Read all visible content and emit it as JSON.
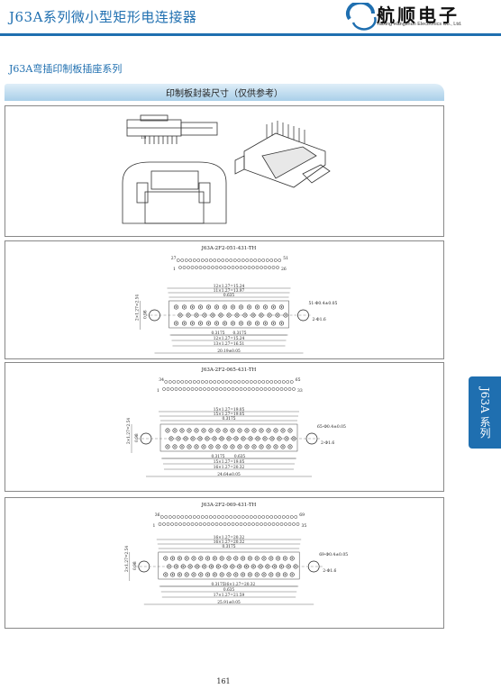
{
  "header": {
    "title": "J63A系列微小型矩形电连接器",
    "logo_cn": "航顺电子",
    "logo_en": "Taixing Hangshun Electronics Co., Ltd."
  },
  "series_title": "J63A弯插印制板插座系列",
  "banner": "印制板封装尺寸（仅供参考）",
  "photo_label": "18",
  "side_tab": "J63A 系列",
  "page_number": "161",
  "layouts": [
    {
      "part": "J63A-2F2-051-431-TH",
      "pin_top_left": "27",
      "pin_top_right": "51",
      "pin_bot_left": "1",
      "pin_bot_right": "26",
      "dims": [
        "12×1.27=15.24",
        "11×1.27=13.97",
        "0.635",
        "0.3175",
        "0.3175",
        "12×1.27=15.24",
        "13×1.27=16.51",
        "20.19±0.05"
      ],
      "hole_note": "51-Φ0.4±0.05",
      "mount_note": "2-Φ1.6",
      "v_dims": [
        "2×1.27=2.54",
        "0.98"
      ]
    },
    {
      "part": "J63A-2F2-065-431-TH",
      "pin_top_left": "34",
      "pin_top_right": "65",
      "pin_bot_left": "1",
      "pin_bot_right": "33",
      "dims": [
        "15×1.27=19.05",
        "15×1.27=19.05",
        "0.3175",
        "0.3175",
        "0.635",
        "15×1.27=19.05",
        "16×1.27=20.32",
        "24.64±0.05"
      ],
      "hole_note": "65-Φ0.4±0.05",
      "mount_note": "2-Φ1.6",
      "v_dims": [
        "2×1.27=2.54",
        "0.98"
      ]
    },
    {
      "part": "J63A-2F2-069-431-TH",
      "pin_top_left": "36",
      "pin_top_right": "69",
      "pin_bot_left": "1",
      "pin_bot_right": "35",
      "dims": [
        "16×1.27=20.32",
        "16×1.27=20.32",
        "0.3175",
        "0.3175",
        "16×1.27=20.32",
        "0.635",
        "17×1.27=21.59",
        "25.91±0.05"
      ],
      "hole_note": "69-Φ0.4±0.05",
      "mount_note": "2-Φ1.6",
      "v_dims": [
        "2×1.27=2.54",
        "0.98"
      ]
    }
  ]
}
